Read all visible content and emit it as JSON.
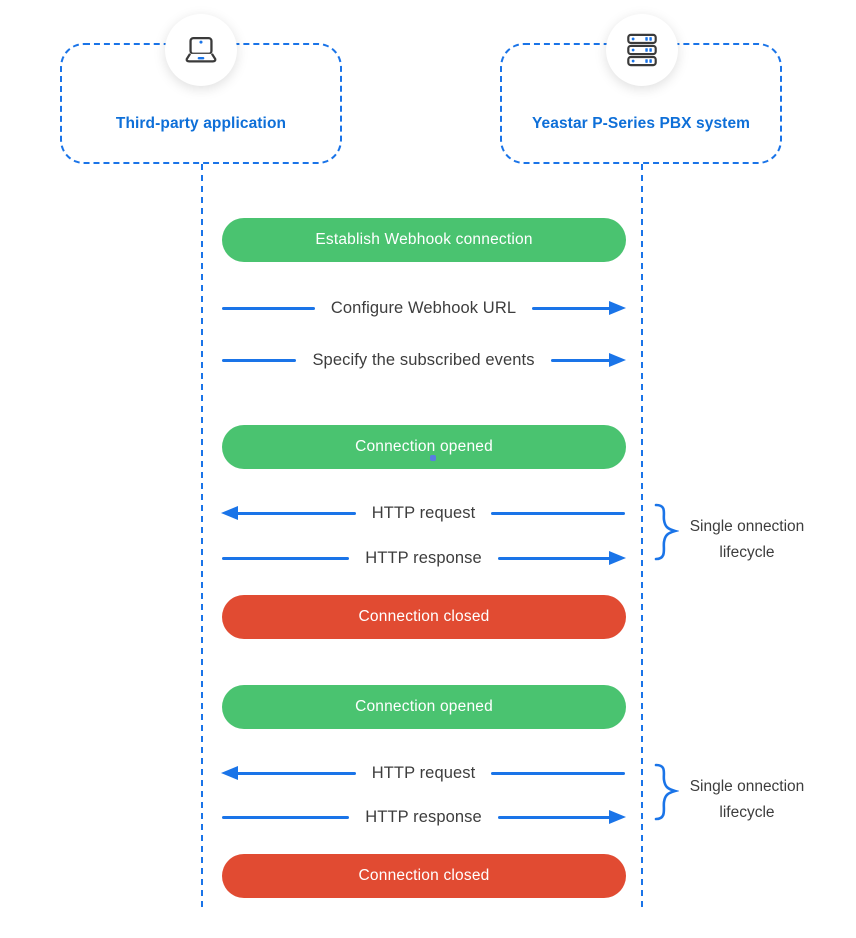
{
  "actors": {
    "left": {
      "label": "Third-party application",
      "icon": "laptop-icon"
    },
    "right": {
      "label": "Yeastar P-Series PBX system",
      "icon": "server-icon"
    }
  },
  "sequence": [
    {
      "type": "status-pill",
      "state": "opened",
      "label": "Establish Webhook connection"
    },
    {
      "type": "message-arrow",
      "direction": "right",
      "label": "Configure Webhook URL"
    },
    {
      "type": "message-arrow",
      "direction": "right",
      "label": "Specify the subscribed events"
    },
    {
      "type": "status-pill",
      "state": "opened",
      "label": "Connection opened"
    },
    {
      "type": "message-arrow",
      "direction": "left",
      "label": "HTTP request"
    },
    {
      "type": "message-arrow",
      "direction": "right",
      "label": "HTTP response"
    },
    {
      "type": "status-pill",
      "state": "closed",
      "label": "Connection closed"
    },
    {
      "type": "status-pill",
      "state": "opened",
      "label": "Connection opened"
    },
    {
      "type": "message-arrow",
      "direction": "left",
      "label": "HTTP request"
    },
    {
      "type": "message-arrow",
      "direction": "right",
      "label": "HTTP response"
    },
    {
      "type": "status-pill",
      "state": "closed",
      "label": "Connection closed"
    }
  ],
  "annotations": [
    {
      "line1": "Single onnection",
      "line2": "lifecycle"
    },
    {
      "line1": "Single onnection",
      "line2": "lifecycle"
    }
  ],
  "colors": {
    "line_blue": "#1a74e8",
    "text_blue": "#0e6fd8",
    "green": "#4ac370",
    "red": "#e14b32",
    "message_text": "#3d3d3d",
    "cursor_dot": "#5a7ce4"
  }
}
